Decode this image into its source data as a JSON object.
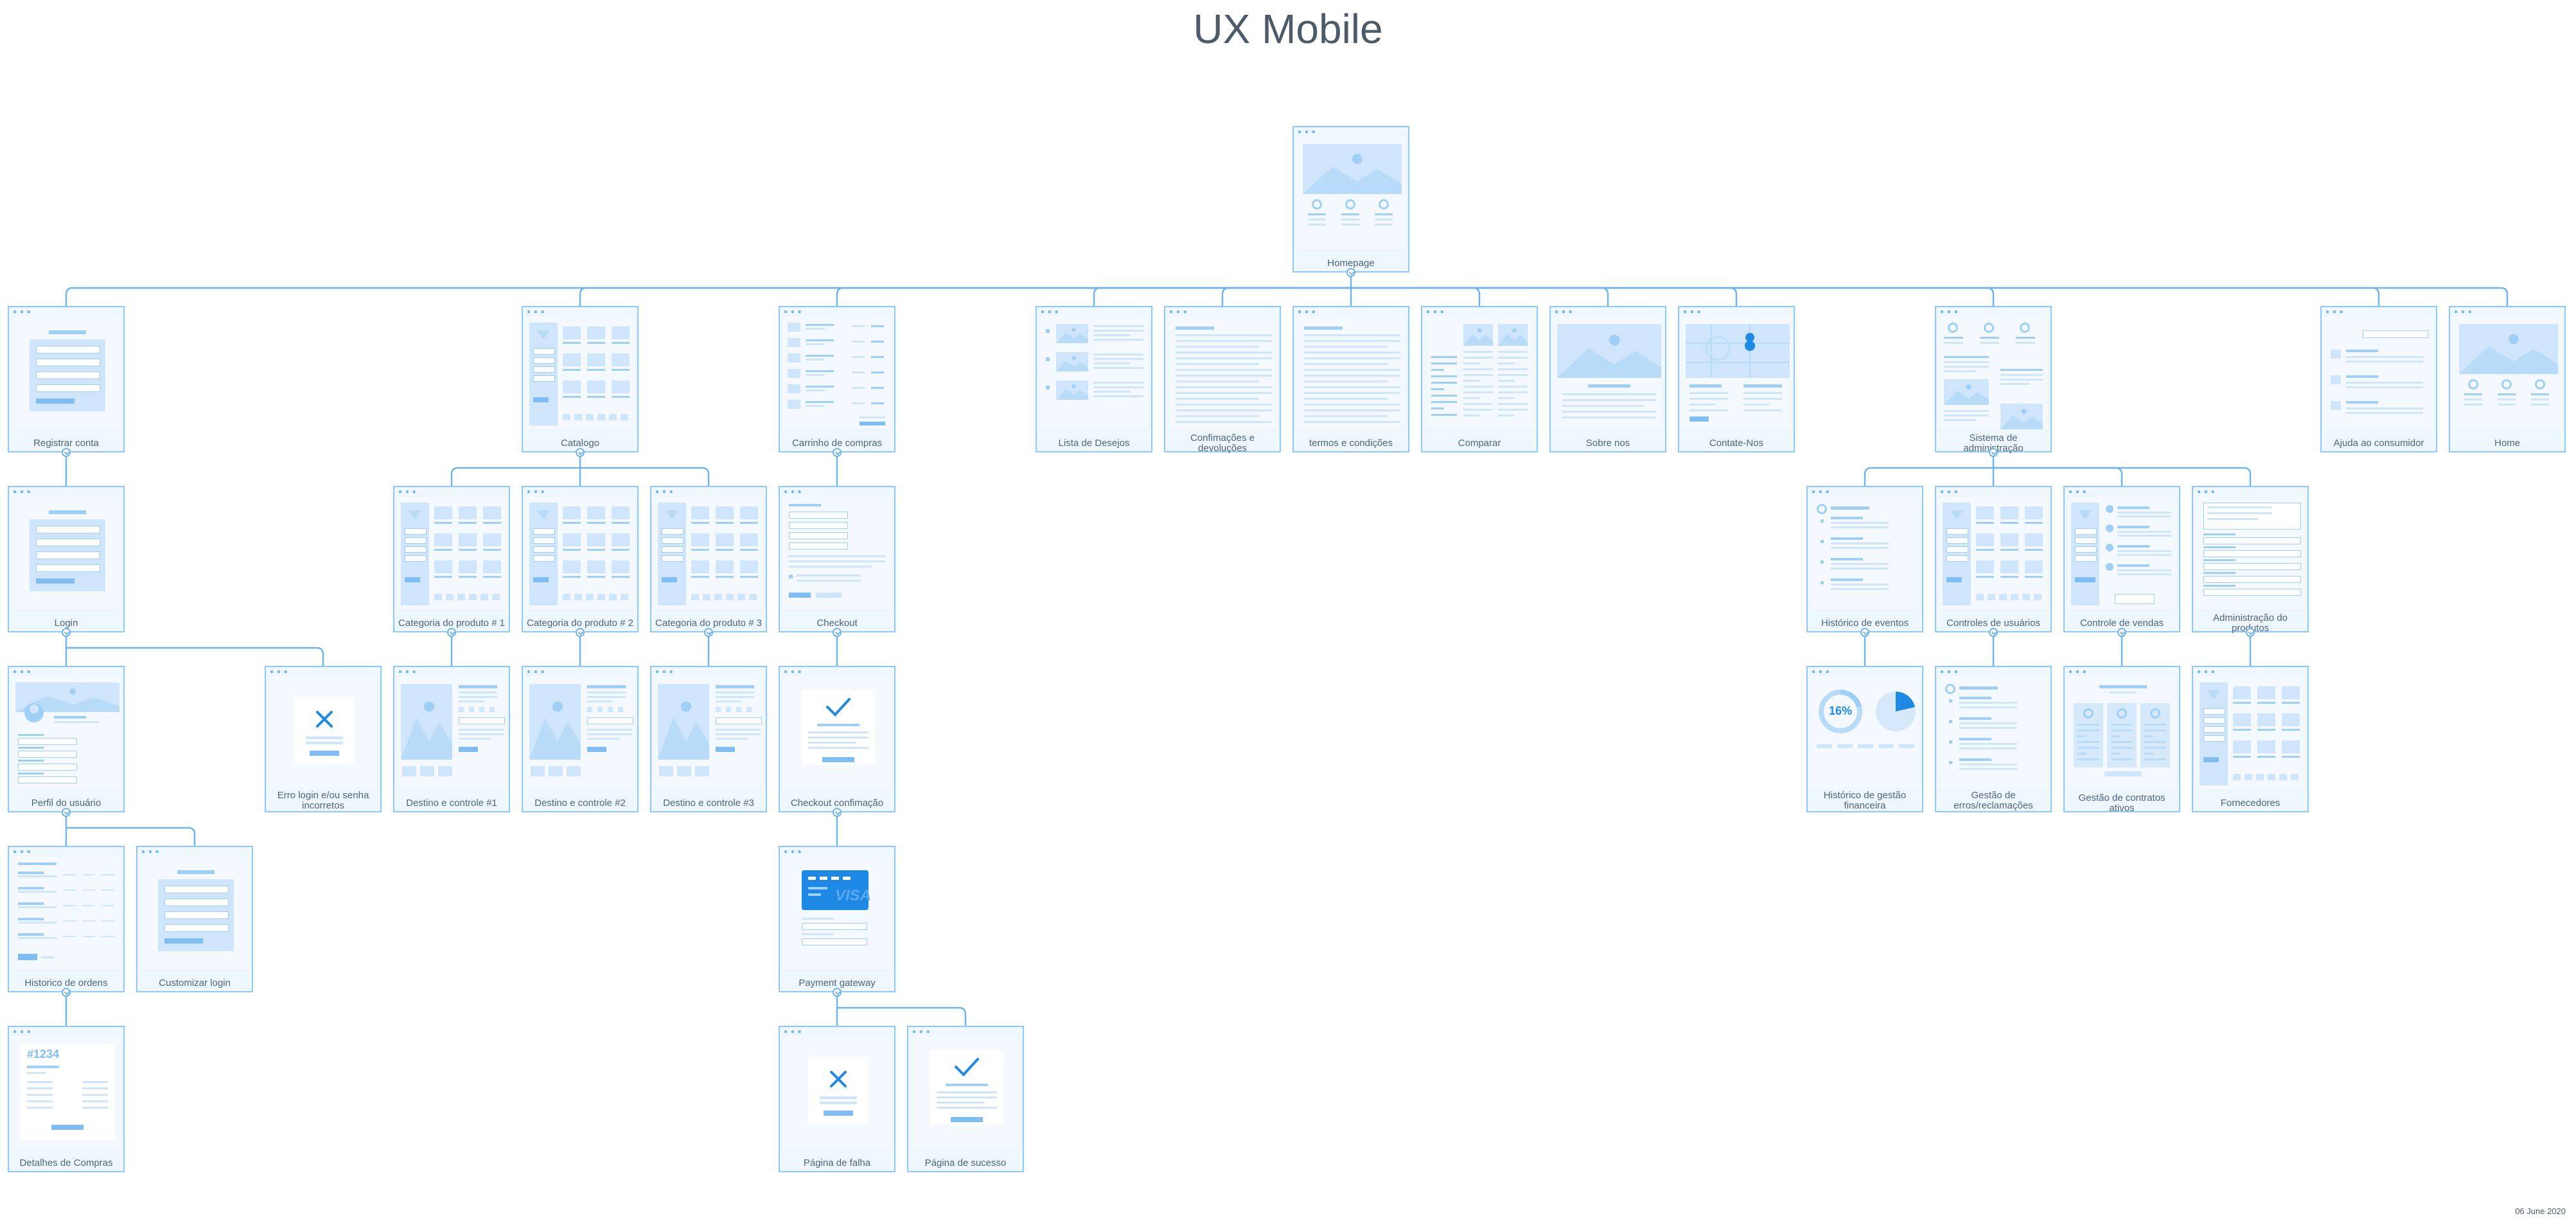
{
  "title": "UX Mobile",
  "date": "06 June 2020",
  "window_dots": "● ● ●",
  "colors": {
    "line": "#6fb4ec",
    "frame": "#8ec9f5",
    "fill": "#cfe5fb",
    "accent": "#1e88e5",
    "label": "#4f6478"
  },
  "nodes": [
    {
      "id": "homepage",
      "label": "Homepage",
      "art": "hero"
    },
    {
      "id": "registrar",
      "label": "Registrar conta",
      "art": "form"
    },
    {
      "id": "catalogo",
      "label": "Catalogo",
      "art": "catalog"
    },
    {
      "id": "carrinho",
      "label": "Carrinho de compras",
      "art": "cart"
    },
    {
      "id": "desejos",
      "label": "Lista de Desejos",
      "art": "wishlist"
    },
    {
      "id": "confirmacoes",
      "label": "Confimações e devoluções",
      "art": "text"
    },
    {
      "id": "termos",
      "label": "termos e condições",
      "art": "text"
    },
    {
      "id": "comparar",
      "label": "Comparar",
      "art": "compare"
    },
    {
      "id": "sobre",
      "label": "Sobre nos",
      "art": "about"
    },
    {
      "id": "contate",
      "label": "Contate-Nos",
      "art": "map"
    },
    {
      "id": "admin",
      "label": "Sistema de administração",
      "art": "admin"
    },
    {
      "id": "ajuda",
      "label": "Ajuda ao consumidor",
      "art": "help"
    },
    {
      "id": "home",
      "label": "Home",
      "art": "hero"
    },
    {
      "id": "login",
      "label": "Login",
      "art": "form"
    },
    {
      "id": "cat1",
      "label": "Categoria do produto # 1",
      "art": "catalog"
    },
    {
      "id": "cat2",
      "label": "Categoria do produto # 2",
      "art": "catalog"
    },
    {
      "id": "cat3",
      "label": "Categoria do produto # 3",
      "art": "catalog"
    },
    {
      "id": "checkout",
      "label": "Checkout",
      "art": "checkout"
    },
    {
      "id": "hist_eventos",
      "label": "Histórico de eventos",
      "art": "events"
    },
    {
      "id": "ctrl_usuarios",
      "label": "Controles de usuários",
      "art": "catalog"
    },
    {
      "id": "ctrl_vendas",
      "label": "Controle de vendas",
      "art": "sales"
    },
    {
      "id": "adm_produtos",
      "label": "Administração do produtos",
      "art": "productadmin"
    },
    {
      "id": "perfil",
      "label": "Perfil do usuário",
      "art": "profile"
    },
    {
      "id": "erro_login",
      "label": "Erro login e/ou senha incorretos",
      "art": "error"
    },
    {
      "id": "destino1",
      "label": "Destino e controle #1",
      "art": "detail"
    },
    {
      "id": "destino2",
      "label": "Destino e controle #2",
      "art": "detail"
    },
    {
      "id": "destino3",
      "label": "Destino e controle #3",
      "art": "detail"
    },
    {
      "id": "checkout_conf",
      "label": "Checkout confimação",
      "art": "success"
    },
    {
      "id": "hist_fin",
      "label": "Histórico de gestão financeira",
      "art": "finance"
    },
    {
      "id": "gestao_erros",
      "label": "Gestão de erros/reclamações",
      "art": "events"
    },
    {
      "id": "contratos",
      "label": "Gestão de contratos ativos",
      "art": "contracts"
    },
    {
      "id": "fornecedores",
      "label": "Fornecedores",
      "art": "catalog"
    },
    {
      "id": "hist_ordens",
      "label": "Historico de ordens",
      "art": "orders"
    },
    {
      "id": "custom_login",
      "label": "Customizar login",
      "art": "form"
    },
    {
      "id": "payment",
      "label": "Payment gateway",
      "art": "card"
    },
    {
      "id": "detalhes",
      "label": "Detalhes de Compras",
      "art": "invoice"
    },
    {
      "id": "falha",
      "label": "Página de falha",
      "art": "error"
    },
    {
      "id": "sucesso",
      "label": "Página de sucesso",
      "art": "success"
    }
  ],
  "edges": [
    [
      "homepage",
      "registrar"
    ],
    [
      "homepage",
      "catalogo"
    ],
    [
      "homepage",
      "carrinho"
    ],
    [
      "homepage",
      "desejos"
    ],
    [
      "homepage",
      "confirmacoes"
    ],
    [
      "homepage",
      "termos"
    ],
    [
      "homepage",
      "comparar"
    ],
    [
      "homepage",
      "sobre"
    ],
    [
      "homepage",
      "contate"
    ],
    [
      "homepage",
      "admin"
    ],
    [
      "homepage",
      "ajuda"
    ],
    [
      "homepage",
      "home"
    ],
    [
      "registrar",
      "login"
    ],
    [
      "catalogo",
      "cat1"
    ],
    [
      "catalogo",
      "cat2"
    ],
    [
      "catalogo",
      "cat3"
    ],
    [
      "carrinho",
      "checkout"
    ],
    [
      "admin",
      "hist_eventos"
    ],
    [
      "admin",
      "ctrl_usuarios"
    ],
    [
      "admin",
      "ctrl_vendas"
    ],
    [
      "admin",
      "adm_produtos"
    ],
    [
      "login",
      "perfil"
    ],
    [
      "login",
      "erro_login"
    ],
    [
      "cat1",
      "destino1"
    ],
    [
      "cat2",
      "destino2"
    ],
    [
      "cat3",
      "destino3"
    ],
    [
      "checkout",
      "checkout_conf"
    ],
    [
      "hist_eventos",
      "hist_fin"
    ],
    [
      "ctrl_usuarios",
      "gestao_erros"
    ],
    [
      "ctrl_vendas",
      "contratos"
    ],
    [
      "adm_produtos",
      "fornecedores"
    ],
    [
      "perfil",
      "hist_ordens"
    ],
    [
      "perfil",
      "custom_login"
    ],
    [
      "checkout_conf",
      "payment"
    ],
    [
      "hist_ordens",
      "detalhes"
    ],
    [
      "payment",
      "falha"
    ],
    [
      "payment",
      "sucesso"
    ]
  ],
  "finance_percent": "16%",
  "invoice_number": "#1234",
  "card_brand": "VISA"
}
